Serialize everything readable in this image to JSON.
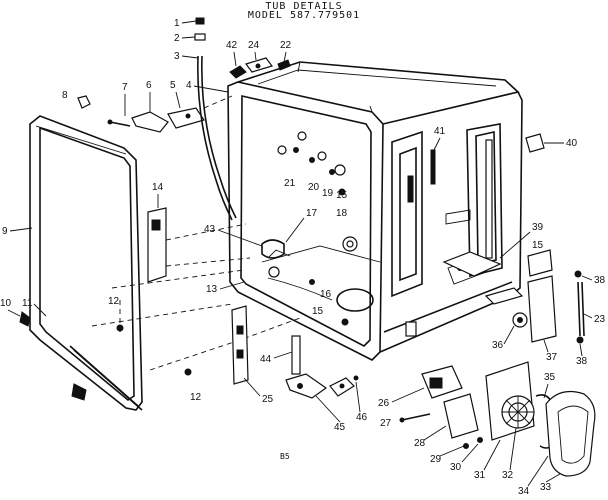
{
  "header": {
    "title": "TUB DETAILS",
    "model": "MODEL 587.779501"
  },
  "page_code": "B5",
  "parts": [
    "1",
    "2",
    "3",
    "4",
    "5",
    "6",
    "7",
    "8",
    "9",
    "10",
    "11",
    "12",
    "12",
    "13",
    "14",
    "15",
    "15",
    "15",
    "16",
    "17",
    "18",
    "19",
    "20",
    "21",
    "22",
    "23",
    "24",
    "25",
    "26",
    "27",
    "28",
    "29",
    "30",
    "31",
    "32",
    "33",
    "34",
    "35",
    "36",
    "37",
    "38",
    "38",
    "39",
    "40",
    "41",
    "42",
    "43",
    "44",
    "45",
    "46"
  ]
}
